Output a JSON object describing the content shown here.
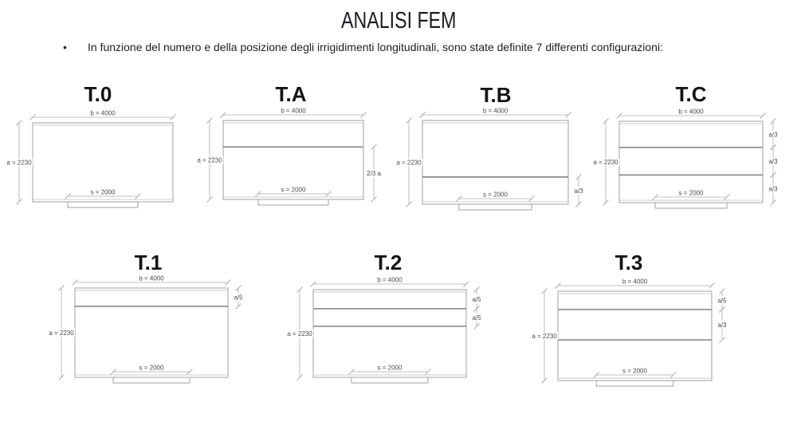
{
  "slide": {
    "title": "ANALISI FEM",
    "bullet_marker": "•",
    "bullet_text": "In funzione del numero e della posizione degli irrigidimenti longitudinali, sono state definite 7 differenti configurazioni:"
  },
  "colors": {
    "outline": "#a2a2a2",
    "flange": "#bcbcbc",
    "stiffener": "#787878",
    "dim_line": "#ababab",
    "dim_text": "#4a4a4a",
    "title_text": "#141414"
  },
  "diagrams": [
    {
      "label": "T.0",
      "width_label": "b = 4000",
      "height_label": "a = 2230",
      "span_label": "s = 2000",
      "stiffener_fracs": [],
      "right_dims": []
    },
    {
      "label": "T.A",
      "width_label": "b = 4000",
      "height_label": "a = 2230",
      "span_label": "s = 2000",
      "stiffener_fracs": [
        0.335
      ],
      "right_dims": [
        {
          "label": "2/3 a",
          "from": 0.335,
          "to": 1
        }
      ]
    },
    {
      "label": "T.B",
      "width_label": "b = 4000",
      "height_label": "a = 2230",
      "span_label": "s = 2000",
      "stiffener_fracs": [
        0.675
      ],
      "right_dims": [
        {
          "label": "a/3",
          "from": 0.675,
          "to": 1
        }
      ]
    },
    {
      "label": "T.C",
      "width_label": "b = 4000",
      "height_label": "a = 2230",
      "span_label": "s = 2000",
      "stiffener_fracs": [
        0.32,
        0.66
      ],
      "right_dims": [
        {
          "label": "a/3",
          "from": 0,
          "to": 0.32
        },
        {
          "label": "a/3",
          "from": 0.32,
          "to": 0.66
        },
        {
          "label": "a/3",
          "from": 0.66,
          "to": 1
        }
      ]
    },
    {
      "label": "T.1",
      "width_label": "b = 4000",
      "height_label": "a = 2230",
      "span_label": "s = 2000",
      "stiffener_fracs": [
        0.205
      ],
      "right_dims": [
        {
          "label": "a/5",
          "from": 0,
          "to": 0.205
        }
      ]
    },
    {
      "label": "T.2",
      "width_label": "b = 4000",
      "height_label": "a = 2230",
      "span_label": "s = 2000",
      "stiffener_fracs": [
        0.218,
        0.418
      ],
      "right_dims": [
        {
          "label": "a/5",
          "from": 0,
          "to": 0.218
        },
        {
          "label": "a/5",
          "from": 0.218,
          "to": 0.418
        }
      ]
    },
    {
      "label": "T.3",
      "width_label": "b = 4000",
      "height_label": "a = 2230",
      "span_label": "s = 2000",
      "stiffener_fracs": [
        0.205,
        0.545
      ],
      "right_dims": [
        {
          "label": "a/5",
          "from": 0,
          "to": 0.205
        },
        {
          "label": "a/3",
          "from": 0.205,
          "to": 0.545
        }
      ]
    }
  ]
}
